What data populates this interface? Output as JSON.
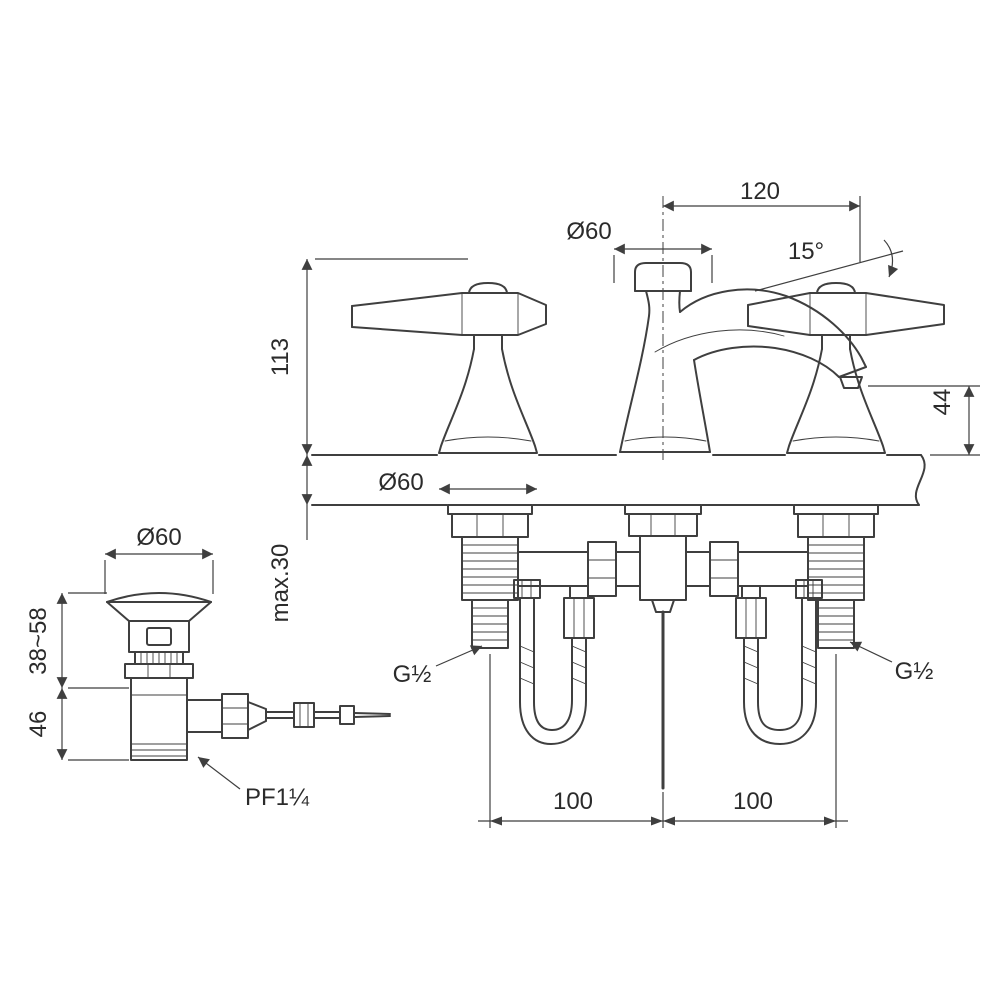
{
  "drawing": {
    "type": "faucet-installation-technical-drawing",
    "colors": {
      "line": "#3f3f3f",
      "text": "#2b2b2b",
      "background": "#ffffff"
    }
  },
  "dimensions": {
    "spout_reach": "120",
    "spout_diameter": "Ø60",
    "handle_angle": "15°",
    "spout_height": "113",
    "outlet_height": "44",
    "handle_base_diameter": "Ø60",
    "deck_thickness": "max.30",
    "drain_flange_diameter": "Ø60",
    "drain_upper_height": "38~58",
    "drain_lower_height": "46",
    "left_inlet_thread": "G½",
    "right_inlet_thread": "G½",
    "drain_outlet_thread": "PF1¼",
    "left_spacing": "100",
    "right_spacing": "100"
  }
}
